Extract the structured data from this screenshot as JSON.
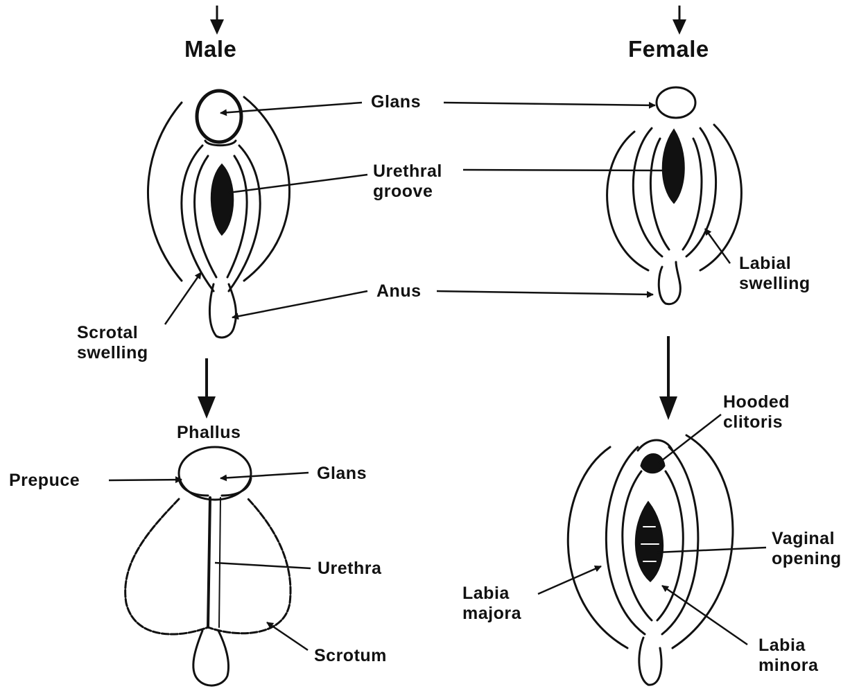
{
  "headings": {
    "male": "Male",
    "female": "Female"
  },
  "labels": {
    "glans_top": "Glans",
    "urethral_groove_line1": "Urethral",
    "urethral_groove_line2": "groove",
    "labial_swelling_line1": "Labial",
    "labial_swelling_line2": "swelling",
    "anus": "Anus",
    "scrotal_swelling_line1": "Scrotal",
    "scrotal_swelling_line2": "swelling",
    "phallus": "Phallus",
    "prepuce": "Prepuce",
    "glans_bottom": "Glans",
    "urethra": "Urethra",
    "scrotum": "Scrotum",
    "hooded_clitoris_line1": "Hooded",
    "hooded_clitoris_line2": "clitoris",
    "vaginal_opening_line1": "Vaginal",
    "vaginal_opening_line2": "opening",
    "labia_majora_line1": "Labia",
    "labia_majora_line2": "majora",
    "labia_minora_line1": "Labia",
    "labia_minora_line2": "minora"
  },
  "colors": {
    "ink": "#111111",
    "background": "#ffffff"
  }
}
